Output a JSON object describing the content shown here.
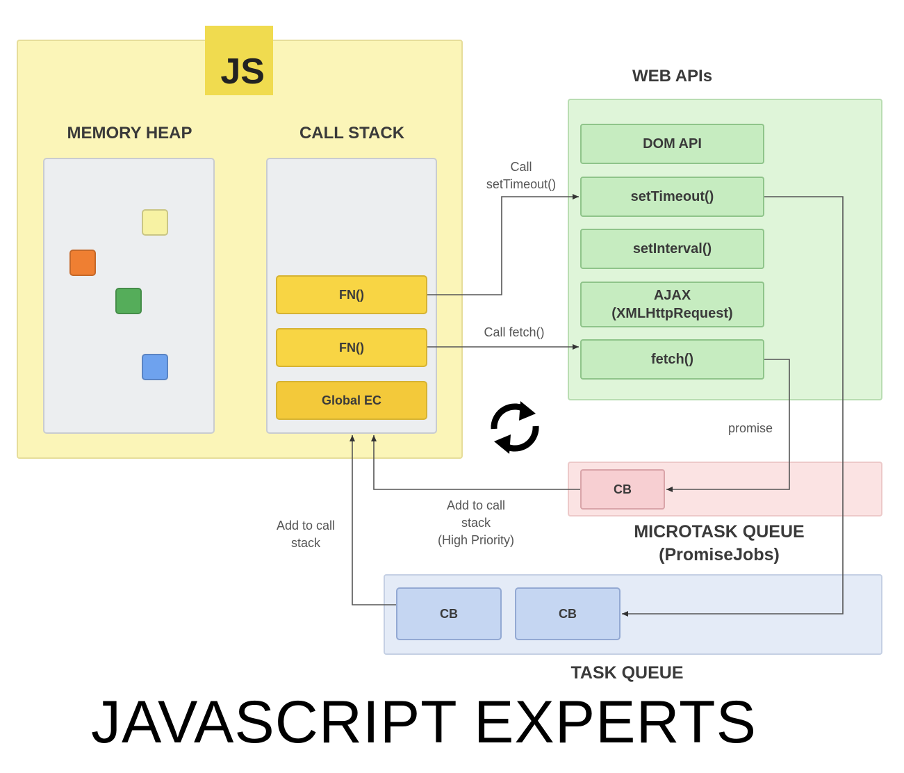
{
  "js_engine": {
    "badge": "JS",
    "memory_heap_title": "MEMORY HEAP",
    "call_stack_title": "CALL STACK",
    "heap_objects": [
      {
        "color": "#f7f2a3"
      },
      {
        "color": "#ef7f32"
      },
      {
        "color": "#55ad5a"
      },
      {
        "color": "#6ea2ee"
      }
    ],
    "stack_frames": [
      "FN()",
      "FN()",
      "Global EC"
    ]
  },
  "web_apis": {
    "title": "WEB APIs",
    "items": [
      "DOM API",
      "setTimeout()",
      "setInterval()",
      "AJAX\n(XMLHttpRequest)",
      "fetch()"
    ]
  },
  "microtask_queue": {
    "title": "MICROTASK QUEUE\n(PromiseJobs)",
    "item": "CB"
  },
  "task_queue": {
    "title": "TASK QUEUE",
    "items": [
      "CB",
      "CB"
    ]
  },
  "arrow_labels": {
    "call_settimeout": "Call\nsetTimeout()",
    "call_fetch": "Call fetch()",
    "promise": "promise",
    "add_high_priority": "Add to call\nstack\n(High Priority)",
    "add_to_stack": "Add to call\nstack"
  },
  "event_loop_icon": "refresh-cycle",
  "caption": "JAVASCRIPT EXPERTS",
  "colors": {
    "js_panel": "#fbf5b8",
    "js_badge": "#f0db4f",
    "web_api_panel": "#dff5d9",
    "microtask_panel": "#fbe3e3",
    "task_panel": "#e4ebf7"
  }
}
